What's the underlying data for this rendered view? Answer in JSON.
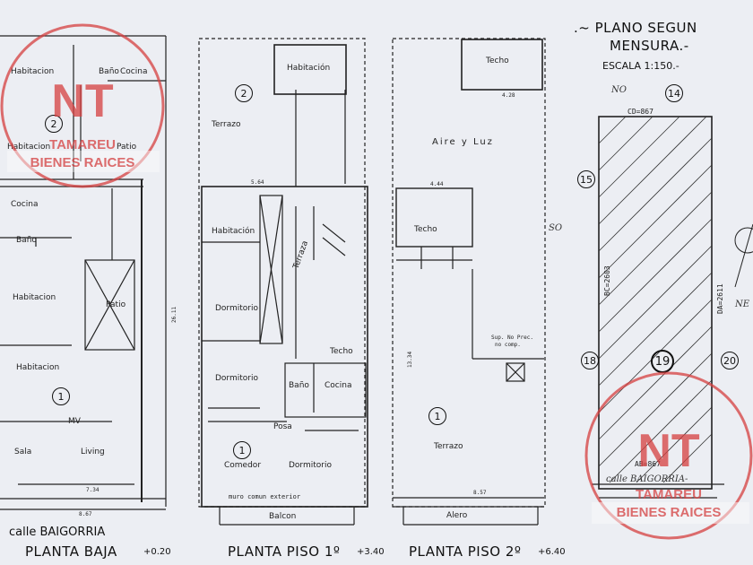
{
  "header": {
    "title_line1": ".~ PLANO SEGUN",
    "title_line2": "MENSURA.-",
    "scale": "ESCALA 1:150.-",
    "neighbor_top_prefix": "NO",
    "neighbor_top": "14",
    "neighbor_top_dim": "CD=867"
  },
  "lot": {
    "number": "19",
    "left_neighbor_top": "15",
    "left_neighbor_bottom": "18",
    "right_neighbor": "20",
    "side_left": "BC=2603",
    "side_right": "DA=2611",
    "front_dim": "AB=867",
    "street": "calle BAIGORRIA-",
    "orientation_so": "SO",
    "orientation_ne": "NE"
  },
  "plans": [
    {
      "id": "baja",
      "title": "PLANTA BAJA",
      "level": "+0.20",
      "street": "calle BAIGORRIA"
    },
    {
      "id": "piso1",
      "title": "PLANTA PISO 1º",
      "level": "+3.40"
    },
    {
      "id": "piso2",
      "title": "PLANTA PISO 2º",
      "level": "+6.40"
    }
  ],
  "rooms_baja": {
    "habitacion_top": "Habitacion",
    "bano_top": "Baño",
    "cocina_top": "Cocina",
    "habitacion_2": "Habitacion",
    "patio_top": "Patio",
    "cocina": "Cocina",
    "bano": "Baño",
    "habitacion_mid": "Habitacion",
    "patio": "Patio",
    "habitacion_low": "Habitacion",
    "sala": "Sala",
    "living": "Living",
    "mv": "MV",
    "circle1": "1",
    "circle2": "2",
    "front_dim": "8.67",
    "front_dim2": "7.34",
    "length_dim": "26.11"
  },
  "rooms_piso1": {
    "habitacion_top": "Habitación",
    "terrazo": "Terrazo",
    "habitacion": "Habitación",
    "terraza": "Terraza",
    "dormitorio_1": "Dormitorio",
    "dormitorio_2": "Dormitorio",
    "bano": "Baño",
    "cocina": "Cocina",
    "posa": "Posa",
    "comedor": "Comedor",
    "dormitorio_3": "Dormitorio",
    "balcon": "Balcon",
    "muro": "muro comun exterior",
    "techo": "Techo",
    "circle1": "1",
    "circle2": "2",
    "dim_564": "5.64"
  },
  "rooms_piso2": {
    "techo_top": "Techo",
    "aire_luz": "Aire y Luz",
    "techo": "Techo",
    "terrazo": "Terrazo",
    "alero": "Alero",
    "circle1": "1",
    "dim_444": "4.44",
    "dim_428": "4.28",
    "dim_857": "8.57",
    "dim_1334": "13.34",
    "sup_note": "Sup. No Prec.",
    "no_comp": "no comp."
  },
  "watermark": {
    "letters": "NT",
    "line1": "TAMAREU",
    "line2": "BIENES RAICES"
  },
  "colors": {
    "watermark": "#d64040",
    "ink": "#111111",
    "paper": "#eceef3"
  }
}
